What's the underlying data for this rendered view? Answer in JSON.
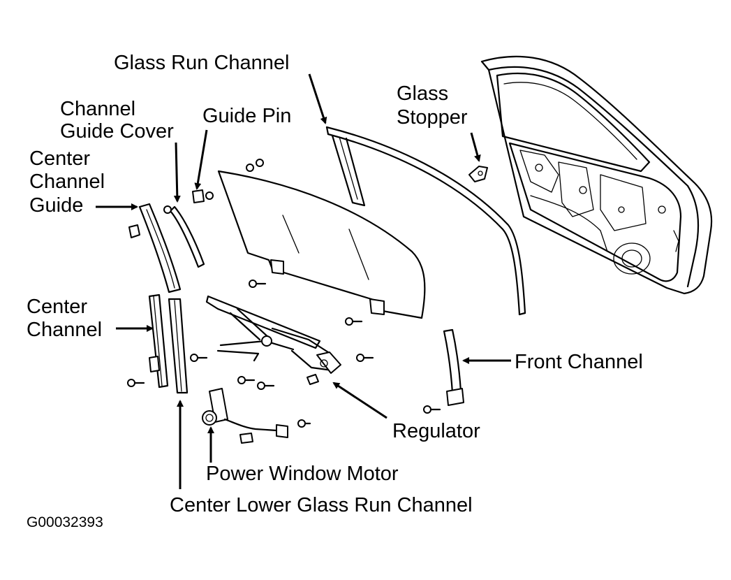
{
  "labels": {
    "glass_run_channel": "Glass Run Channel",
    "glass_stopper_line1": "Glass",
    "glass_stopper_line2": "Stopper",
    "channel_guide_cover_line1": "Channel",
    "channel_guide_cover_line2": "Guide Cover",
    "guide_pin": "Guide Pin",
    "center_channel_guide_line1": "Center",
    "center_channel_guide_line2": "Channel",
    "center_channel_guide_line3": "Guide",
    "center_channel_line1": "Center",
    "center_channel_line2": "Channel",
    "front_channel": "Front Channel",
    "regulator": "Regulator",
    "power_window_motor": "Power Window Motor",
    "center_lower_glass_run_channel": "Center Lower Glass Run Channel"
  },
  "figure_code": "G00032393"
}
